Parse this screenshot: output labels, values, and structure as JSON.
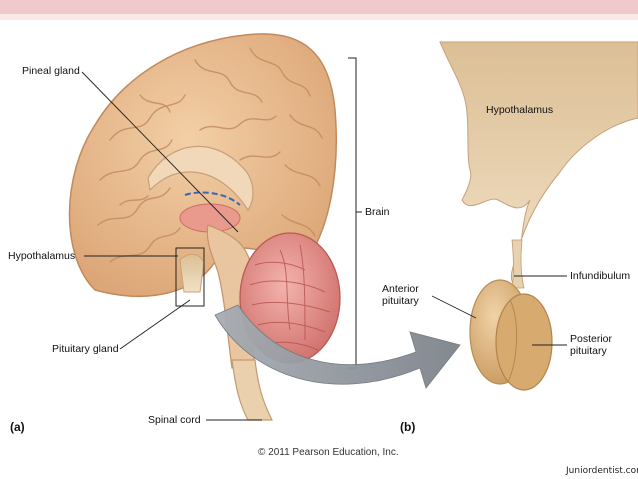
{
  "labels": {
    "pineal_gland": "Pineal gland",
    "hypothalamus_a": "Hypothalamus",
    "pituitary_gland": "Pituitary gland",
    "spinal_cord": "Spinal cord",
    "brain": "Brain",
    "hypothalamus_b": "Hypothalamus",
    "infundibulum": "Infundibulum",
    "anterior_pituitary": "Anterior\npituitary",
    "posterior_pituitary": "Posterior\npituitary"
  },
  "panels": {
    "a": "(a)",
    "b": "(b)"
  },
  "copyright": "© 2011 Pearson Education, Inc.",
  "credit": "Juniordentist.com",
  "colors": {
    "brain_fill": "#e7b98d",
    "brain_stroke": "#c18a5c",
    "cerebellum": "#e18b87",
    "pituitary_fill": "#dfb77f",
    "arrow": "#8d9399",
    "header_bar": "#f0c9cc"
  }
}
